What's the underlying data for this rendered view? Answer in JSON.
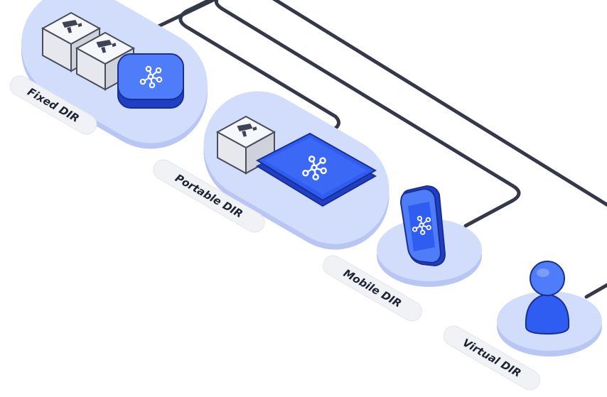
{
  "labels": {
    "fixed": "Fixed DIR",
    "portable": "Portable DIR",
    "mobile": "Mobile DIR",
    "virtual": "Virtual DIR"
  },
  "icons": {
    "camera": "security-camera-icon",
    "network": "network-node-icon",
    "phone": "smartphone-icon",
    "person": "person-icon"
  },
  "colors": {
    "platform": "#d2dcfb",
    "platform_shadow": "#b9c6f4",
    "accent_blue": "#2f5cf1",
    "accent_blue_light": "#4f7df9",
    "accent_blue_dark": "#1f3fc7",
    "cube_light": "#eceef3",
    "cube_shadow": "#c9ccd6",
    "line": "#343848",
    "label_bg": "#f1f2f6",
    "label_text": "#1f2433"
  }
}
